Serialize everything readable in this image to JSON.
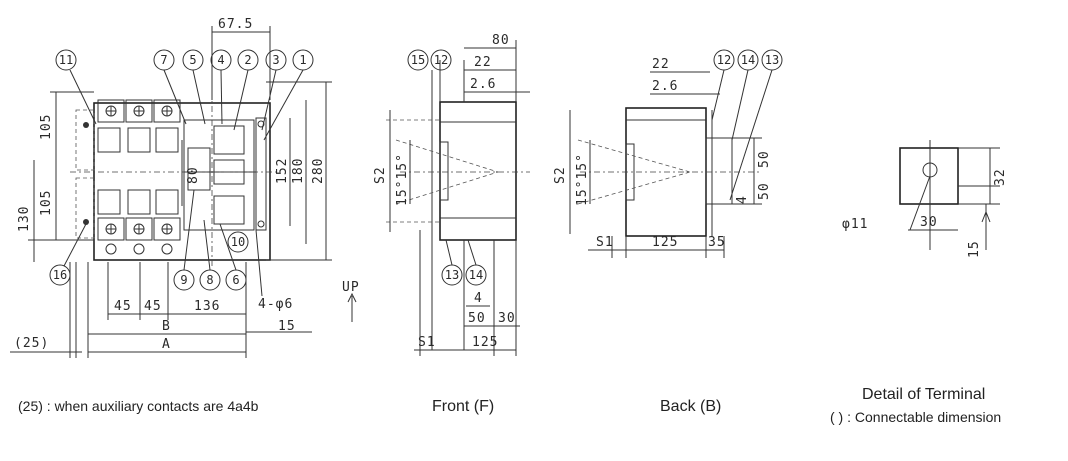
{
  "dims": {
    "d_67_5": "67.5",
    "d_80_top": "80",
    "d_22_front": "22",
    "d_2_6_front": "2.6",
    "d_22_back": "22",
    "d_2_6_back": "2.6",
    "d_105_a": "105",
    "d_105_b": "105",
    "d_130": "130",
    "d_80_mid": "80",
    "d_152": "152",
    "d_180": "180",
    "d_280": "280",
    "d_45_a": "45",
    "d_45_b": "45",
    "d_136": "136",
    "d_4_phi6": "4-φ6",
    "d_15_side": "15",
    "d_B": "B",
    "d_A": "A",
    "d_25": "(25)",
    "d_UP": "UP",
    "d_S2_front": "S2",
    "d_15_15_front": "15°15°",
    "d_S1_front": "S1",
    "d_4_front": "4",
    "d_50_front": "50",
    "d_30_front": "30",
    "d_125_front": "125",
    "d_S2_back": "S2",
    "d_15_15_back": "15°15°",
    "d_S1_back": "S1",
    "d_125_back": "125",
    "d_35_back": "35",
    "d_50_back_a": "50",
    "d_50_back_b": "50",
    "d_4_back": "4",
    "d_phi11": "φ11",
    "d_30_term": "30",
    "d_15_term": "15",
    "d_32_term": "32"
  },
  "balloons": {
    "b11": "11",
    "b7": "7",
    "b5": "5",
    "b4": "4",
    "b2": "2",
    "b3": "3",
    "b1": "1",
    "b16": "16",
    "b9": "9",
    "b8": "8",
    "b6": "6",
    "b10": "10",
    "f15": "15",
    "f12": "12",
    "f13": "13",
    "f14": "14",
    "k12": "12",
    "k14": "14",
    "k13": "13"
  },
  "captions": {
    "note": "(25) : when auxiliary contacts are 4a4b",
    "front": "Front (F)",
    "back": "Back (B)",
    "detail_title": "Detail of Terminal",
    "detail_note": "(    ) : Connectable dimension"
  }
}
